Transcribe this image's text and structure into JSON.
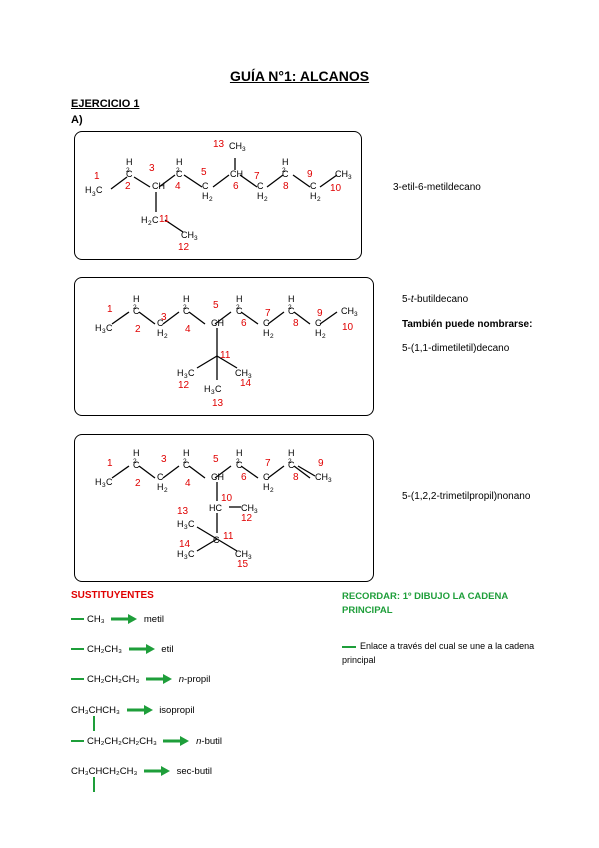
{
  "header": {
    "title": "GUÍA N°1: ALCANOS"
  },
  "exercise": {
    "heading": "EJERCICIO 1",
    "part": "A)"
  },
  "molecules": [
    {
      "name": "3-etil-6-metildecano"
    },
    {
      "name_prefix": "5-",
      "name_italic": "t",
      "name_suffix": "-butildecano",
      "alt_title": "También puede nombrarse:",
      "alt_name": "5-(1,1-dimetiletil)decano"
    },
    {
      "name": "5-(1,2,2-trimetilpropil)nonano"
    }
  ],
  "substituents": {
    "title": "SUSTITUYENTES",
    "items": [
      {
        "formula": "CH₃",
        "name": "metil",
        "dash": true
      },
      {
        "formula": "CH₂CH₃",
        "name": "etil",
        "dash": true
      },
      {
        "formula": "CH₂CH₂CH₃",
        "name_prefix": "n",
        "name": "-propil",
        "dash": true
      },
      {
        "formula": "CH₃CHCH₃",
        "name": "isopropil",
        "dash": false
      },
      {
        "formula": "CH₂CH₂CH₂CH₃",
        "name_prefix": "n",
        "name": "-butil",
        "dash": true
      },
      {
        "formula": "CH₃CHCH₂CH₃",
        "name": "sec-butil",
        "dash": false
      }
    ]
  },
  "reminder": {
    "title": "RECORDAR: 1º DIBUJO LA CADENA PRINCIPAL",
    "bond_note": "Enlace a través del cual se une a la cadena principal"
  },
  "colors": {
    "numbering": "#e00000",
    "substituent_title": "#e00000",
    "accent_green": "#1e9e3a"
  }
}
